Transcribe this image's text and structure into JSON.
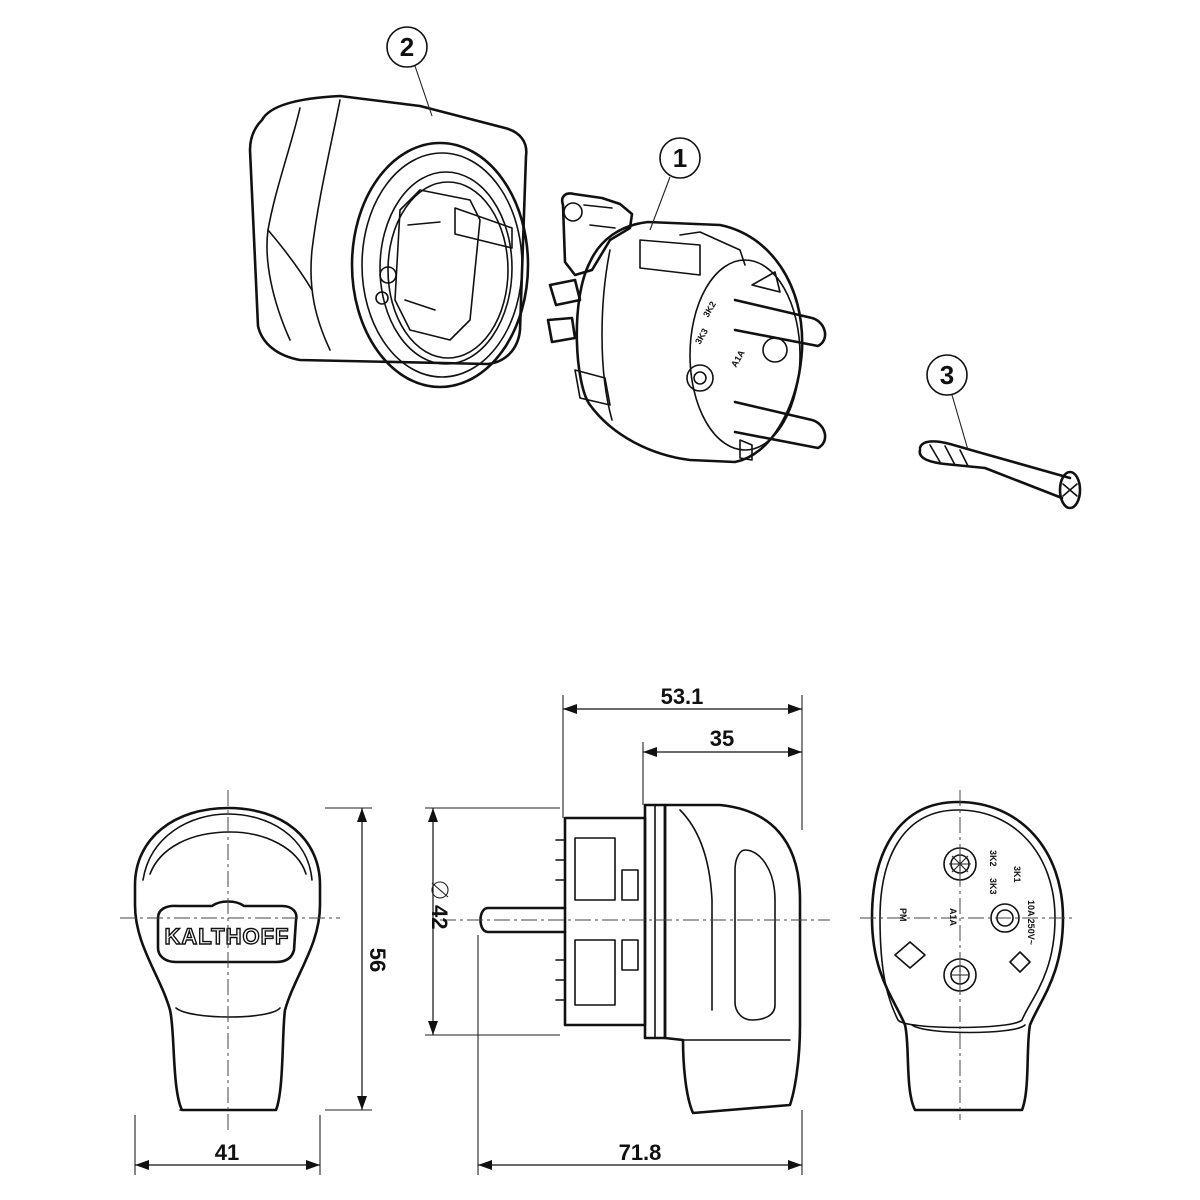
{
  "callouts": {
    "part_1": "1",
    "part_2": "2",
    "part_3": "3"
  },
  "dimensions": {
    "total_length": "53.1",
    "plug_body_length": "35",
    "diameter": "42",
    "height": "56",
    "width_front": "41",
    "depth_total": "71.8"
  },
  "front_view": {
    "brand_mark": "KALTHOFF"
  },
  "pin_face": {
    "marks": [
      "3K2",
      "3K1",
      "3K3",
      "PM",
      "A1A",
      "10A 250V~"
    ]
  },
  "colors": {
    "ink": "#111111",
    "paper": "#ffffff"
  }
}
